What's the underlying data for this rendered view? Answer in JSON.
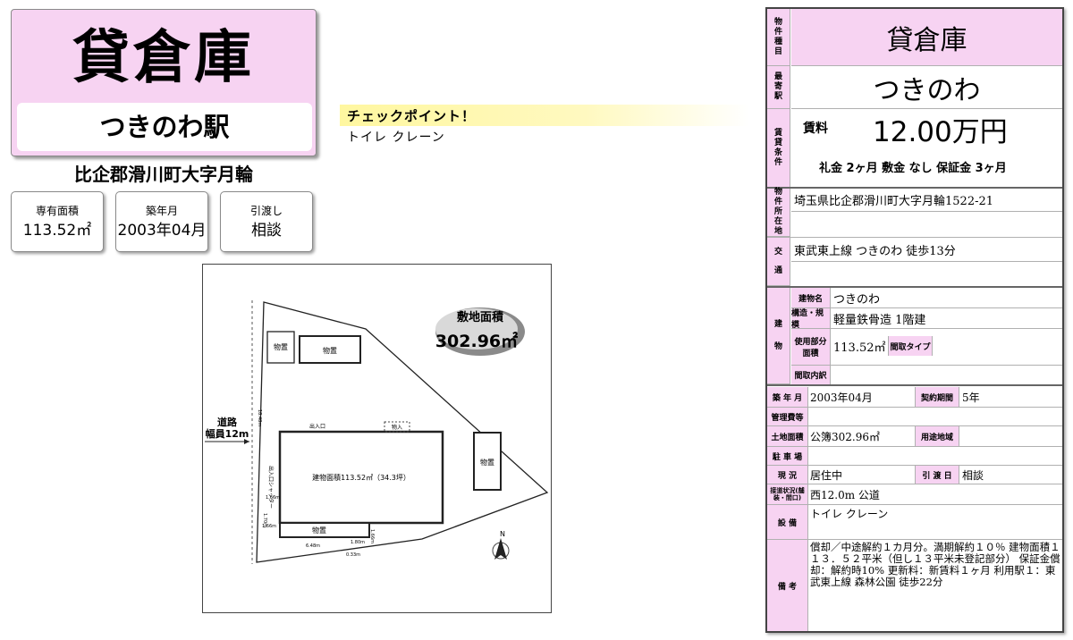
{
  "title_card": {
    "category": "貸倉庫",
    "station": "つきのわ駅"
  },
  "address_short": "比企郡滑川町大字月輪",
  "mini_boxes": [
    {
      "key": "専有面積",
      "value": "113.52㎡"
    },
    {
      "key": "築年月",
      "value": "2003年04月"
    },
    {
      "key": "引渡し",
      "value": "相談"
    }
  ],
  "checkpoint": {
    "title": "チェックポイント！",
    "items": "トイレ クレーン"
  },
  "plan": {
    "site_area_label": "敷地面積",
    "site_area_value": "302.96㎡",
    "storage1": "物置",
    "storage2": "物置",
    "storage3": "物置",
    "storage4": "物置",
    "road_label": "道路",
    "road_width": "幅員12m",
    "building_label": "建物面積113.52㎡（34.3坪）",
    "entrance": "出入口",
    "carry_in": "物入",
    "shutter": "出入口シャッター",
    "north": "N",
    "dim_side": "18.48m",
    "dim_a": "1.66m",
    "dim_b": "1.66m",
    "dim_c": "1.70m",
    "dim_d": "6.48m",
    "dim_e": "1.80m",
    "dim_f": "1.66m",
    "dim_g": "0.33m"
  },
  "spec": {
    "type_label": [
      "物",
      "件",
      "種",
      "目"
    ],
    "type_value": "貸倉庫",
    "station_label": [
      "最",
      "寄",
      "駅"
    ],
    "station_value": "つきのわ",
    "conditions_label": [
      "賃",
      "貸",
      "条",
      "件"
    ],
    "rent_label": "賃料",
    "rent_value": "12.00万円",
    "fees": "礼金 2ヶ月  敷金 なし  保証金 3ヶ月",
    "location_label": [
      "物",
      "件",
      "所",
      "在",
      "地"
    ],
    "location_value": "埼玉県比企郡滑川町大字月輪1522-21",
    "transport_label": [
      "交",
      "通"
    ],
    "transport_value": "東武東上線 つきのわ 徒歩13分",
    "building_label": [
      "建",
      "物"
    ],
    "building_name_label": "建物名",
    "building_name_value": "つきのわ",
    "structure_label": "構造・規模",
    "structure_value": "軽量鉄骨造 1階建",
    "area_label": "使用部分面積",
    "area_value": "113.52㎡",
    "layout_type_label": "間取タイプ",
    "layout_type_value": "",
    "layout_detail_label": "間取内訳",
    "layout_detail_value": "",
    "built_label": "築 年 月",
    "built_value": "2003年04月",
    "contract_label": "契約期間",
    "contract_value": "5年",
    "mgmt_label": "管理費等",
    "mgmt_value": "",
    "land_label": "土地面積",
    "land_value": "公簿302.96㎡",
    "use_label": "用途地域",
    "use_value": "",
    "parking_label": "駐 車 場",
    "parking_value": "",
    "status_label": "現 況",
    "status_value": "居住中",
    "handover_label": "引 渡 日",
    "handover_value": "相談",
    "road_label": "接道状況(舗装・間口)",
    "road_value": "西12.0m 公道",
    "equipment_label": "設 備",
    "equipment_value": "トイレ クレーン",
    "remarks_label": "備 考",
    "remarks_value": "償却／中途解約１カ月分。満期解約１０％ 建物面積１１３．５２平米（但し１３平米未登記部分） 保証金償却：解約時10% 更新料：新賃料１ヶ月 利用駅１：東武東上線 森林公園 徒歩22分"
  },
  "colors": {
    "pink": "#f7d3f2",
    "yellow": "#fff7a0"
  }
}
